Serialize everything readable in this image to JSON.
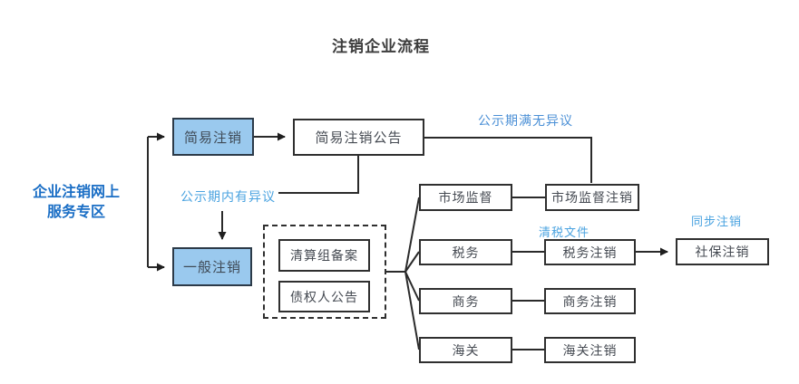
{
  "title": "注销企业流程",
  "sidebar": {
    "line1": "企业注销网上",
    "line2": "服务专区"
  },
  "nodes": {
    "simple_cancel": "简易注销",
    "simple_cancel_notice": "简易注销公告",
    "general_cancel": "一般注销",
    "liquidation_filing": "清算组备案",
    "creditor_notice": "债权人公告",
    "market_supervision": "市场监督",
    "market_supervision_cancel": "市场监督注销",
    "tax": "税务",
    "tax_cancel": "税务注销",
    "commerce": "商务",
    "commerce_cancel": "商务注销",
    "customs": "海关",
    "customs_cancel": "海关注销",
    "social_security_cancel": "社保注销"
  },
  "edge_labels": {
    "no_objection": "公示期满无异议",
    "objection": "公示期内有异议",
    "tax_clearance": "清税文件",
    "sync_cancel": "同步注销"
  },
  "colors": {
    "highlight_node_fill": "#9ac9ee",
    "node_border": "#2f2f2f",
    "connector_line": "#2a2a2a",
    "flow_label_blue": "#4aa3e0",
    "sidebar_label_blue": "#1a6ec5",
    "title_text": "#3c3c3c"
  }
}
